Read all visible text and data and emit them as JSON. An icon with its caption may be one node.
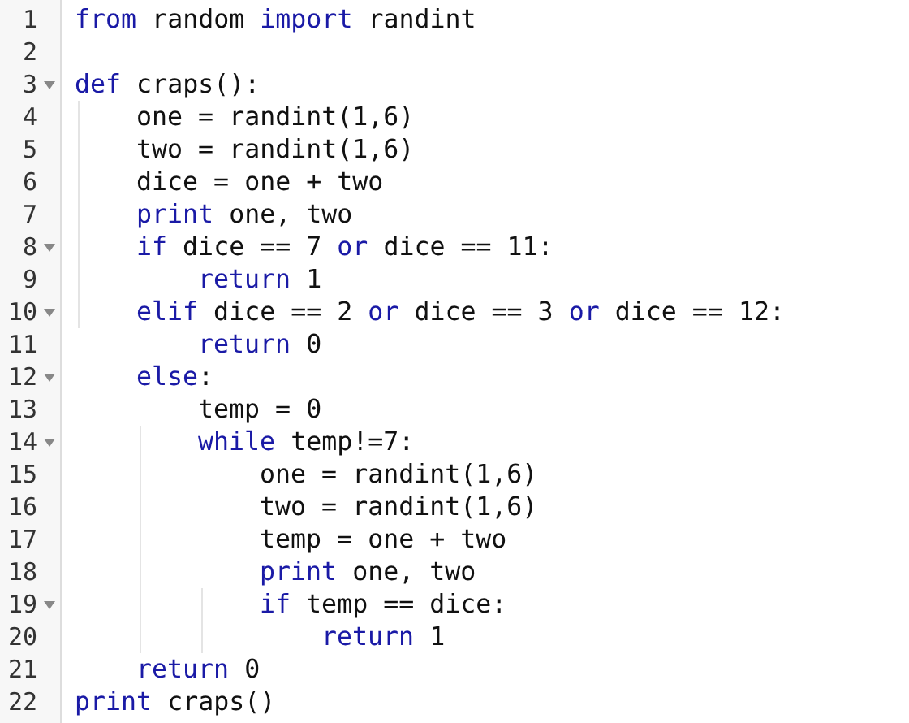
{
  "diagram": {
    "labels": [
      "1",
      "from random import randint",
      "2",
      "3",
      "def craps():",
      "4",
      "one = randint(1,6)",
      "5",
      "two = randint(1,6)",
      "6",
      "dice = one + two",
      "7",
      "print one, two",
      "8",
      "if dice == 7 or dice == 11:",
      "9",
      "return 1",
      "10",
      "elif dice == 2 or dice == 3 or dice == 12:",
      "11",
      "return 0",
      "12",
      "else:",
      "13",
      "temp = 0",
      "14",
      "while temp!=7:",
      "15",
      "one = randint(1,6)",
      "16",
      "two = randint(1,6)",
      "17",
      "temp = one + two",
      "18",
      "print one, two",
      "19",
      "if temp == dice:",
      "20",
      "return 1",
      "21",
      "return 0",
      "22",
      "print craps()"
    ]
  }
}
